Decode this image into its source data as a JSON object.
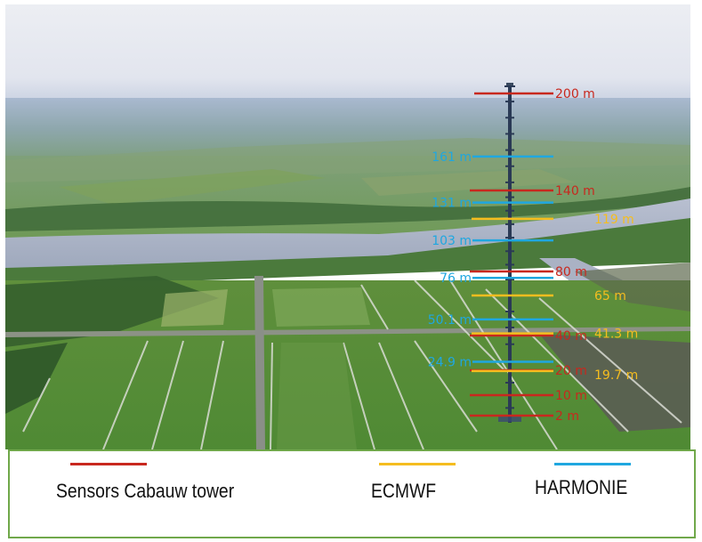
{
  "figure": {
    "subject": "Aerial photograph of Cabauw meteorological tower with measurement heights overlaid",
    "colors": {
      "tower_sensors": "#c8281e",
      "ecmwf": "#f5bd1f",
      "harmonie": "#1fa7e0",
      "legend_border": "#70a84a"
    }
  },
  "levels": {
    "tower_sensors": [
      {
        "label": "200 m",
        "height_m": 200
      },
      {
        "label": "140 m",
        "height_m": 140
      },
      {
        "label": "80 m",
        "height_m": 80
      },
      {
        "label": "40 m",
        "height_m": 40
      },
      {
        "label": "20 m",
        "height_m": 20
      },
      {
        "label": "10 m",
        "height_m": 10
      },
      {
        "label": "2 m",
        "height_m": 2
      }
    ],
    "harmonie": [
      {
        "label": "161 m",
        "height_m": 161
      },
      {
        "label": "131 m",
        "height_m": 131
      },
      {
        "label": "103 m",
        "height_m": 103
      },
      {
        "label": "76 m",
        "height_m": 76
      },
      {
        "label": "50.1 m",
        "height_m": 50.1
      },
      {
        "label": "24.9 m",
        "height_m": 24.9
      }
    ],
    "ecmwf": [
      {
        "label": "119 m",
        "height_m": 119
      },
      {
        "label": "65 m",
        "height_m": 65
      },
      {
        "label": "41.3 m",
        "height_m": 41.3
      },
      {
        "label": "19.7 m",
        "height_m": 19.7
      }
    ]
  },
  "legend": {
    "items": [
      {
        "label": "Sensors Cabauw tower",
        "series": "tower_sensors"
      },
      {
        "label": "ECMWF",
        "series": "ecmwf"
      },
      {
        "label": "HARMONIE",
        "series": "harmonie"
      }
    ]
  }
}
